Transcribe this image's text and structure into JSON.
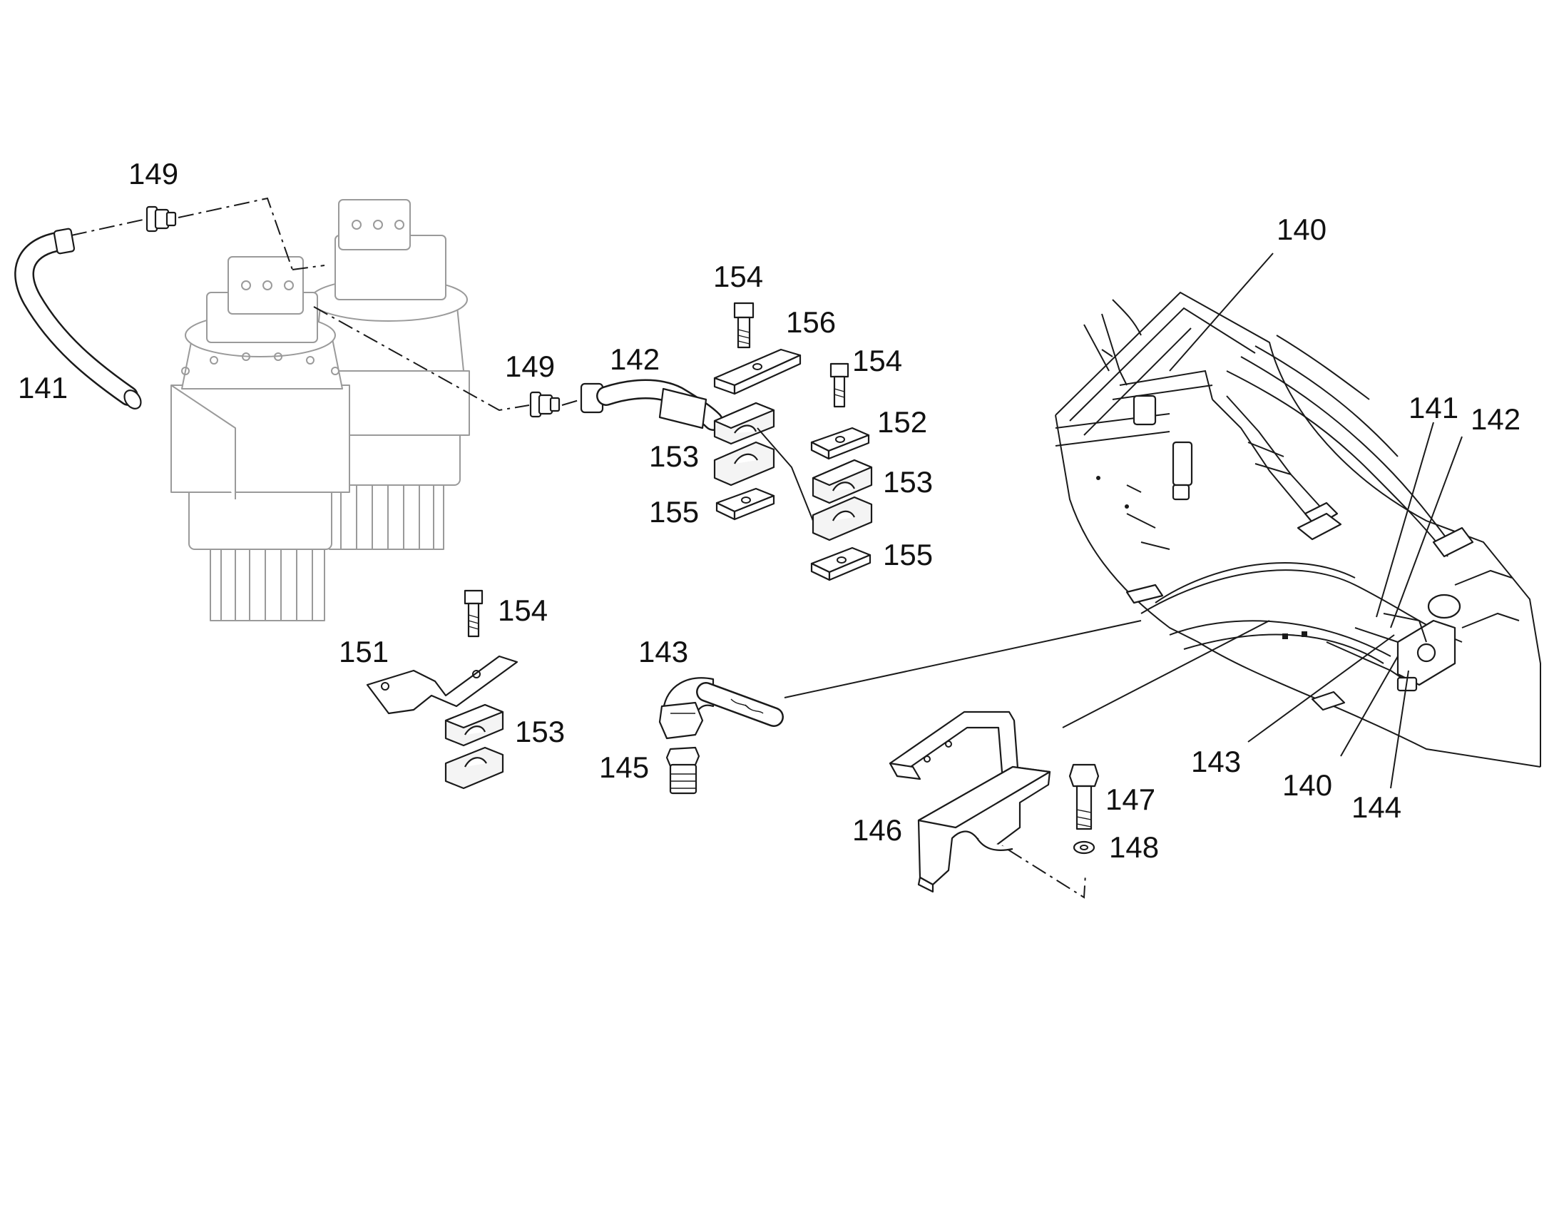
{
  "labels": {
    "l141_left": "141",
    "l149_top": "149",
    "l149_mid": "149",
    "l142_mid": "142",
    "l154_a": "154",
    "l156": "156",
    "l154_b": "154",
    "l152": "152",
    "l153_a": "153",
    "l153_b": "153",
    "l155_a": "155",
    "l155_b": "155",
    "l154_c": "154",
    "l151": "151",
    "l153_c": "153",
    "l143_mid": "143",
    "l145": "145",
    "l146": "146",
    "l147": "147",
    "l148": "148",
    "l140_top": "140",
    "l141_right": "141",
    "l142_right": "142",
    "l143_right": "143",
    "l140_bottom": "140",
    "l144": "144"
  }
}
